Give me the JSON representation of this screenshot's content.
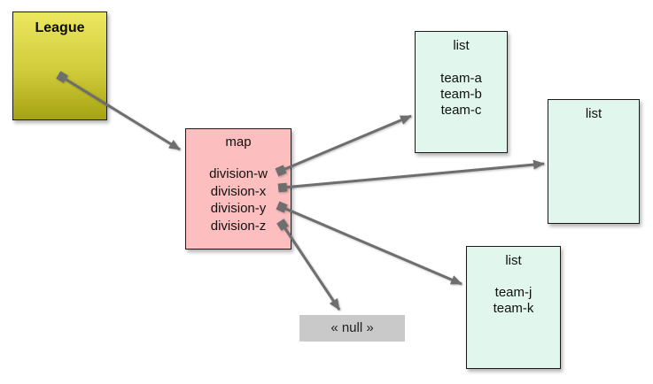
{
  "diagram": {
    "kind": "object-reference-diagram",
    "background": "#ffffff",
    "colors": {
      "league_gradient_top": "#ece75f",
      "league_gradient_bottom": "#a6a313",
      "map_fill": "#fcbebe",
      "list_fill": "#e1f7ed",
      "null_fill": "#c9c9c9",
      "border": "#1a1a1a",
      "arrow": "#6e6e6e",
      "text": "#111111"
    },
    "nodes": {
      "league": {
        "title": "League"
      },
      "map": {
        "title": "map",
        "entries": [
          "division-w",
          "division-x",
          "division-y",
          "division-z"
        ]
      },
      "list_abc": {
        "title": "list",
        "entries": [
          "team-a",
          "team-b",
          "team-c"
        ]
      },
      "list_empty": {
        "title": "list"
      },
      "list_jk": {
        "title": "list",
        "entries": [
          "team-j",
          "team-k"
        ]
      },
      "null": {
        "label": "« null »"
      }
    },
    "edges": [
      {
        "from": "league",
        "to": "map"
      },
      {
        "from": "map.division-w",
        "to": "list_abc"
      },
      {
        "from": "map.division-x",
        "to": "list_empty"
      },
      {
        "from": "map.division-y",
        "to": "list_jk"
      },
      {
        "from": "map.division-z",
        "to": "null"
      }
    ]
  }
}
